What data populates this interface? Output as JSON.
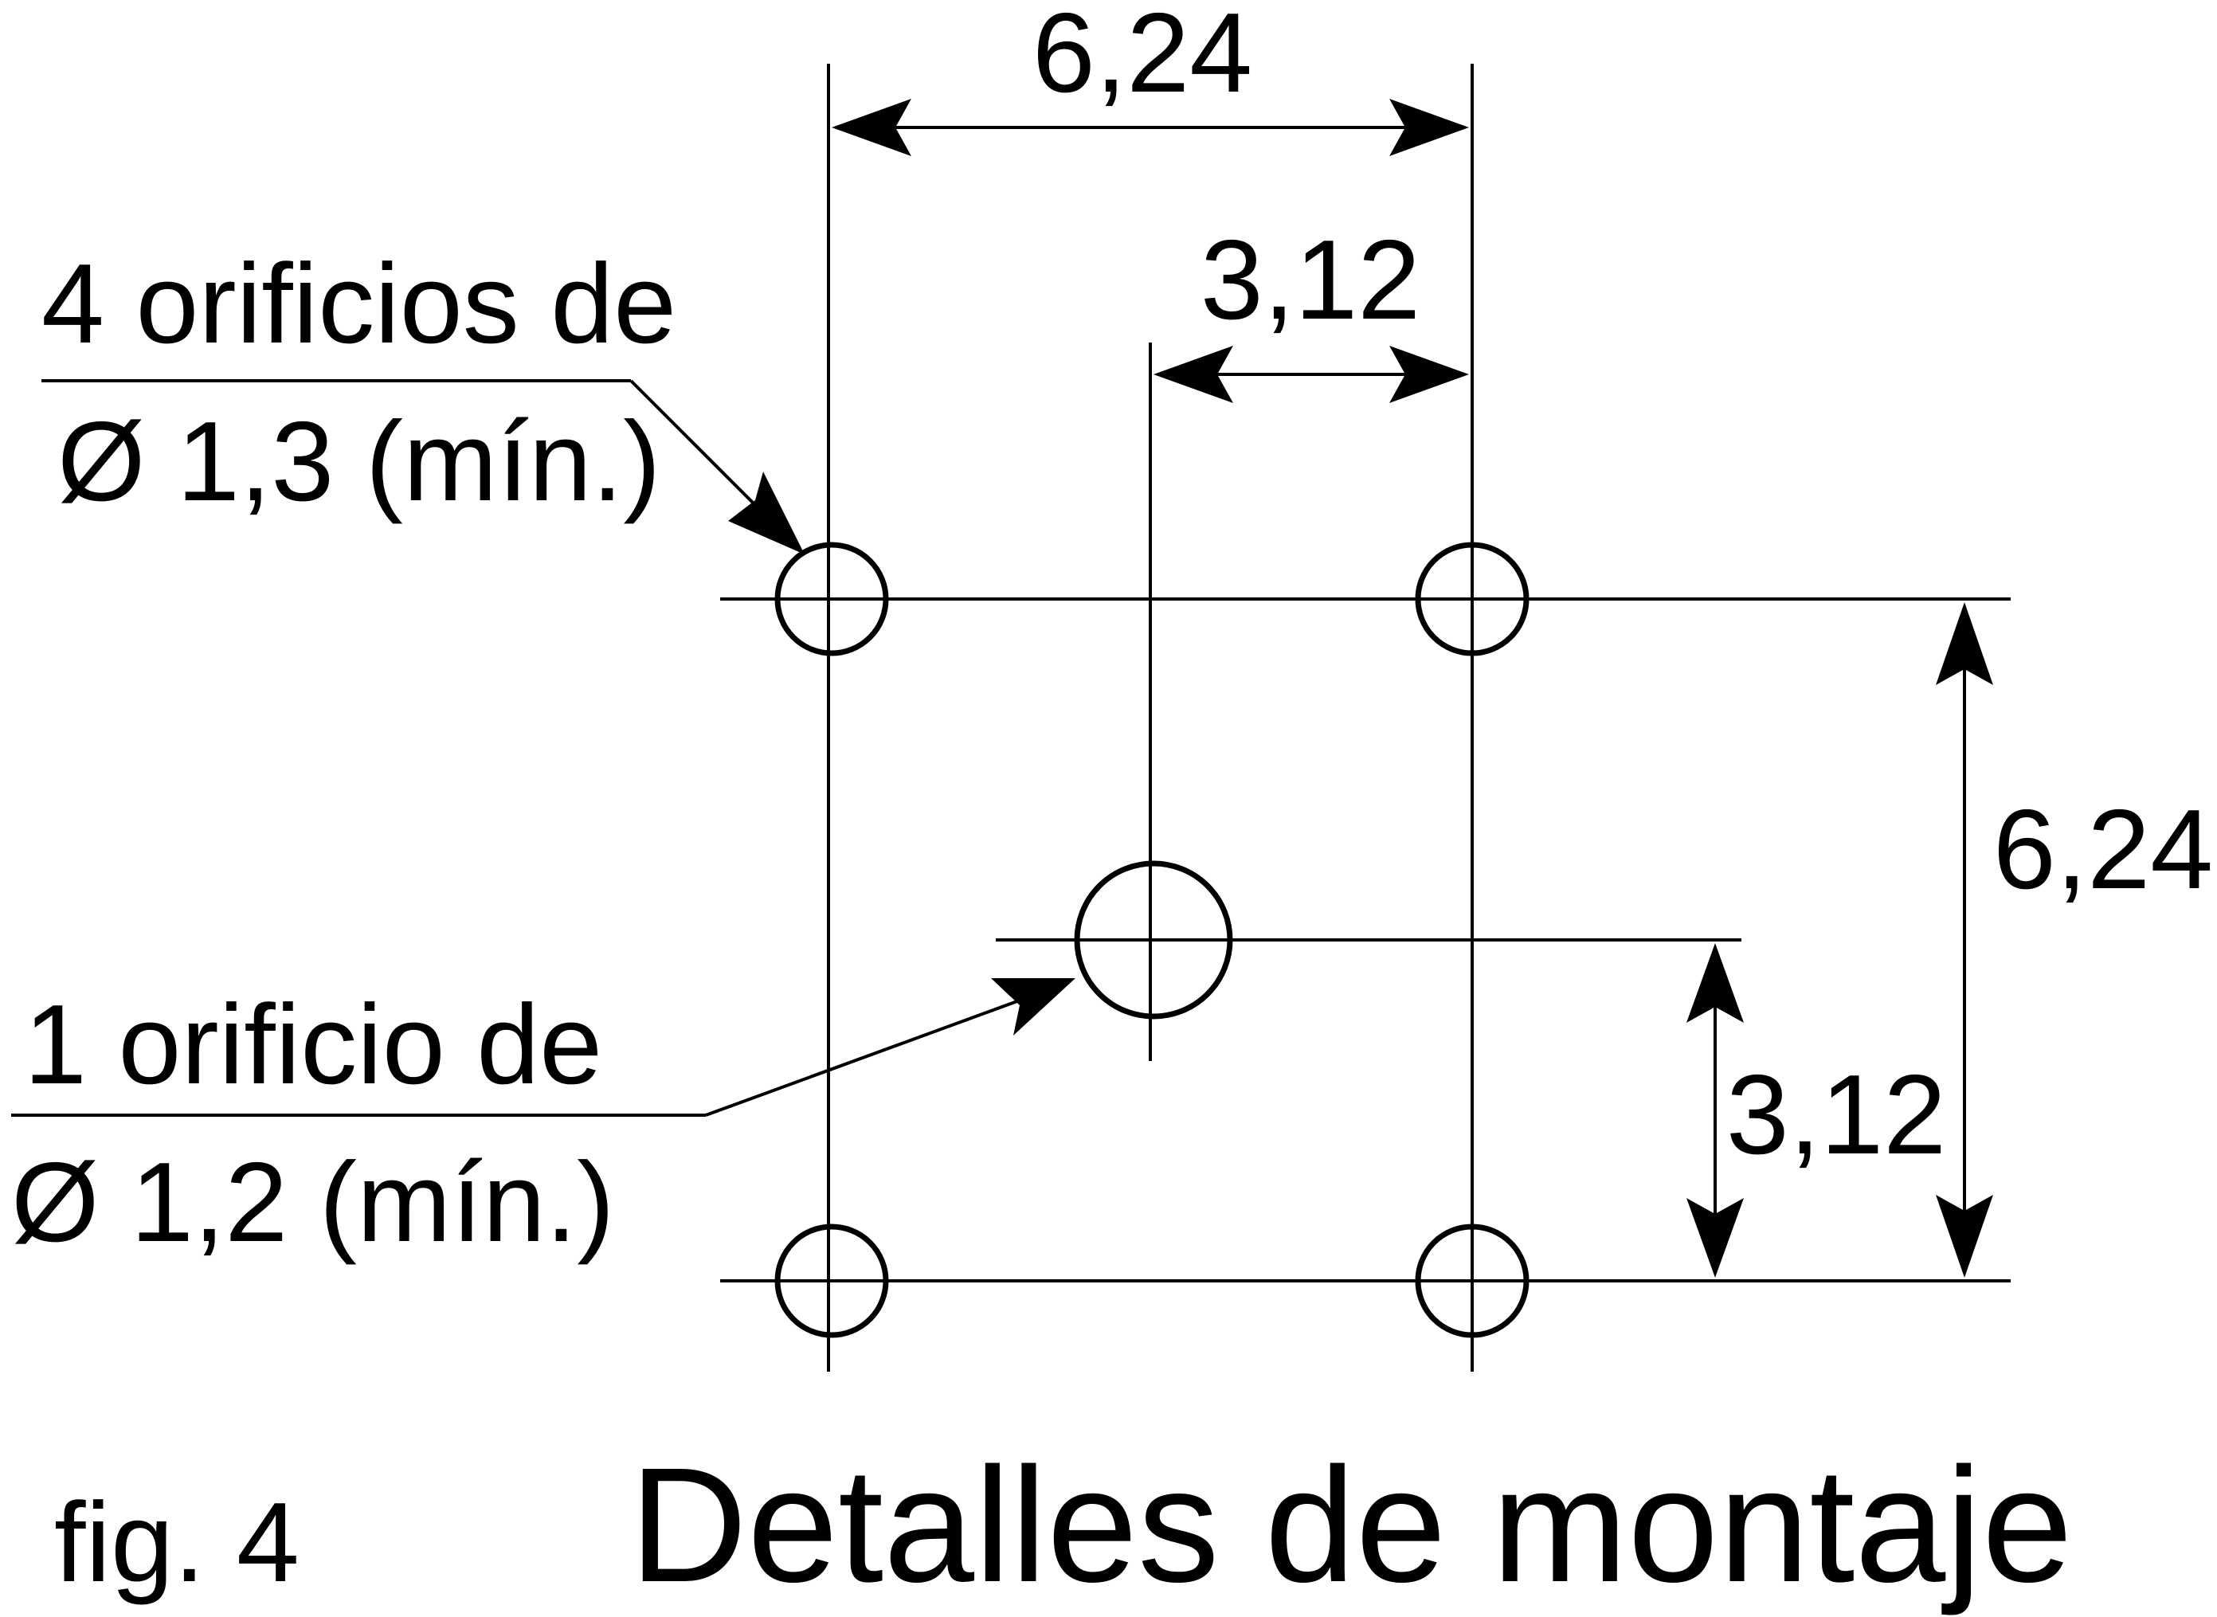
{
  "dimensions": {
    "top_width": "6,24",
    "top_offset": "3,12",
    "right_height": "6,24",
    "right_offset": "3,12"
  },
  "callouts": {
    "four_holes": {
      "line1": "4 orificios de",
      "line2": "Ø 1,3 (mín.)"
    },
    "one_hole": {
      "line1": "1 orificio de",
      "line2": "Ø 1,2 (mín.)"
    }
  },
  "caption": {
    "figure": "fig. 4",
    "title": "Detalles de montaje"
  },
  "colors": {
    "ink": "#000000",
    "background": "#ffffff"
  }
}
